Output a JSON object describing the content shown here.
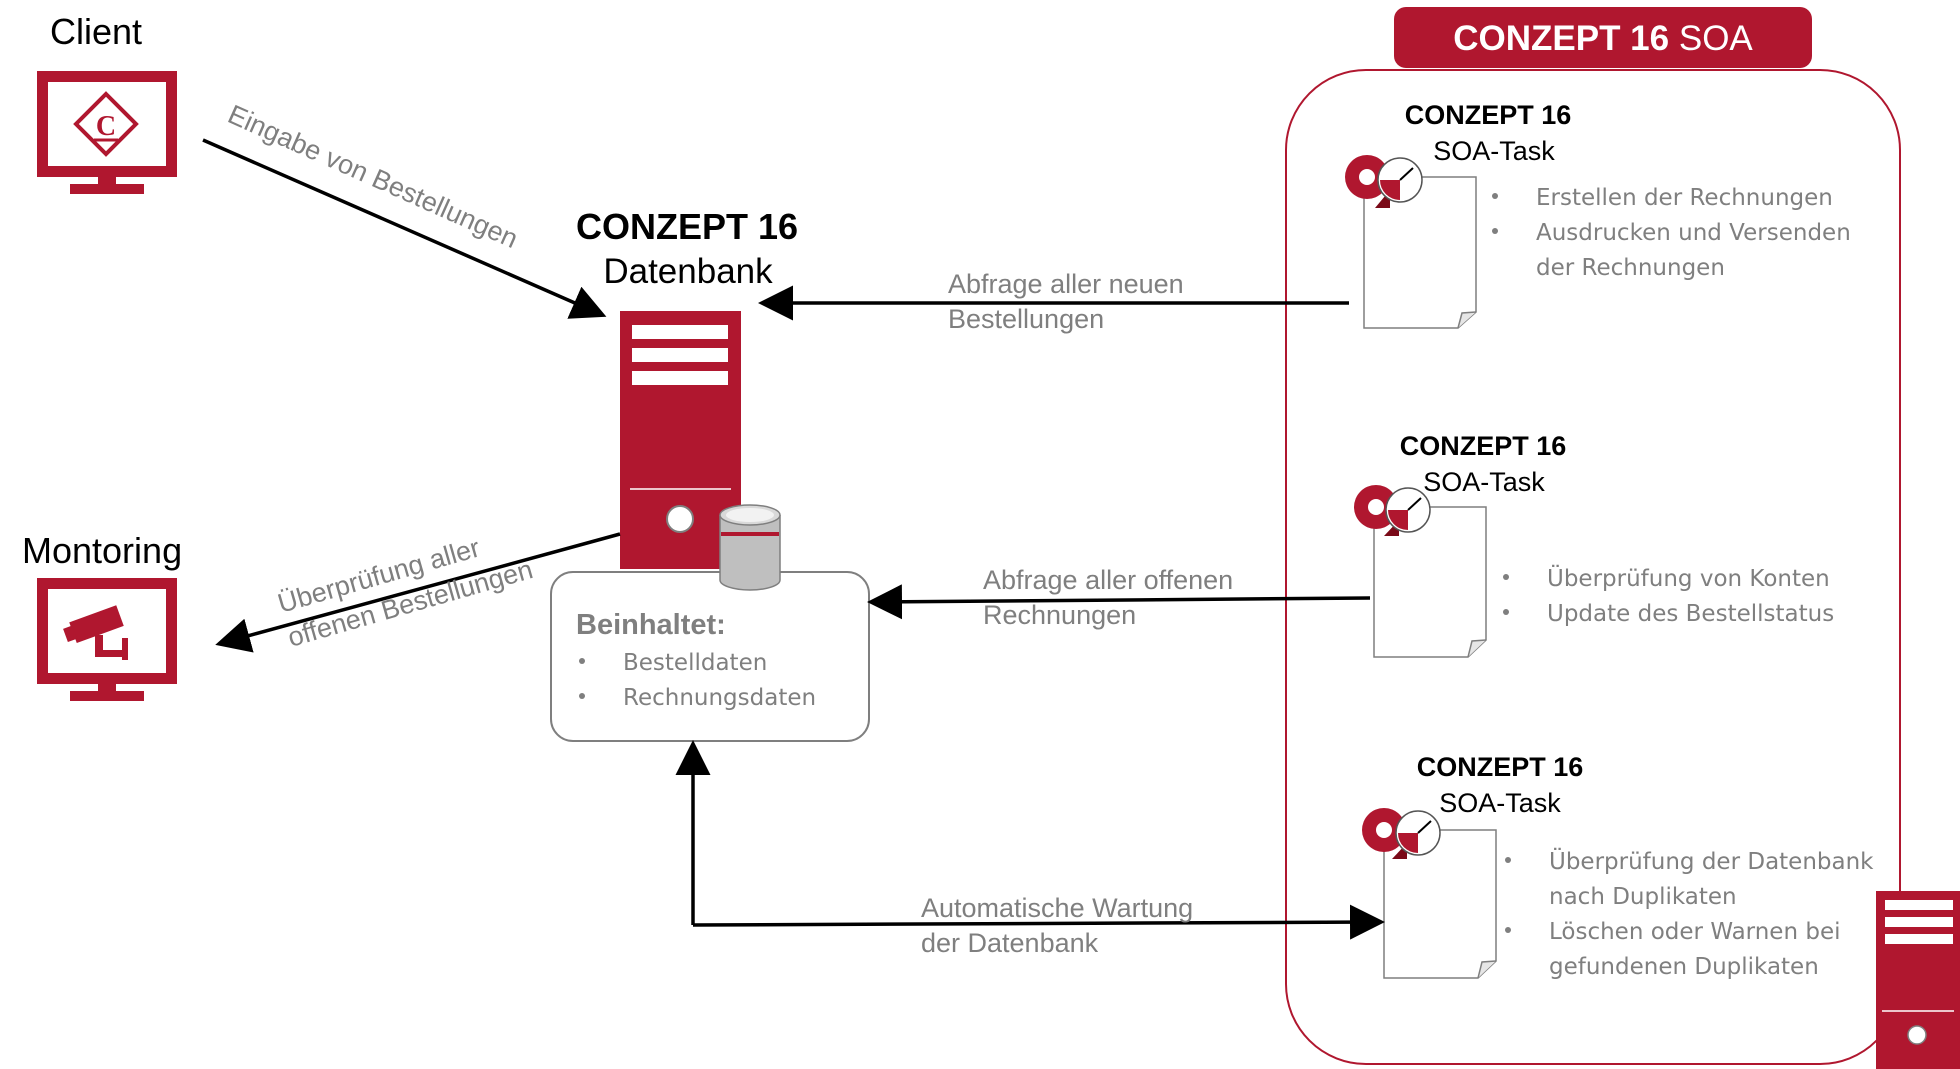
{
  "colors": {
    "brand": "#b0172f",
    "text_gray": "#7f7f7f",
    "arrow": "#000000",
    "box_border": "#7f7f7f"
  },
  "client": {
    "label": "Client",
    "icon": "concept16-logo-monitor-icon"
  },
  "monitoring": {
    "label": "Montoring",
    "icon": "security-camera-monitor-icon"
  },
  "database": {
    "title_bold": "CONZEPT 16",
    "title_sub": "Datenbank",
    "contains_title": "Beinhaltet:",
    "contains_items": [
      "Bestelldaten",
      "Rechnungsdaten"
    ]
  },
  "soa": {
    "header_bold": "CONZEPT 16",
    "header_rest": "SOA",
    "tasks": [
      {
        "title_bold": "CONZEPT 16",
        "title_sub": "SOA-Task",
        "bullets": [
          "Erstellen der Rechnungen",
          "Ausdrucken und Versenden",
          "der Rechnungen"
        ]
      },
      {
        "title_bold": "CONZEPT 16",
        "title_sub": "SOA-Task",
        "bullets": [
          "Überprüfung von Konten",
          "Update des Bestellstatus"
        ]
      },
      {
        "title_bold": "CONZEPT 16",
        "title_sub": "SOA-Task",
        "bullets": [
          "Überprüfung der Datenbank",
          "nach Duplikaten",
          "Löschen oder Warnen bei",
          "gefundenen Duplikaten"
        ]
      }
    ]
  },
  "arrows": {
    "client_to_db": "Eingabe von Bestellungen",
    "db_to_monitor": [
      "Überprüfung aller",
      "offenen Bestellungen"
    ],
    "task1_to_db": [
      "Abfrage aller neuen",
      "Bestellungen"
    ],
    "task2_to_db": [
      "Abfrage aller offenen",
      "Rechnungen"
    ],
    "db_task3": [
      "Automatische Wartung",
      "der Datenbank"
    ]
  }
}
